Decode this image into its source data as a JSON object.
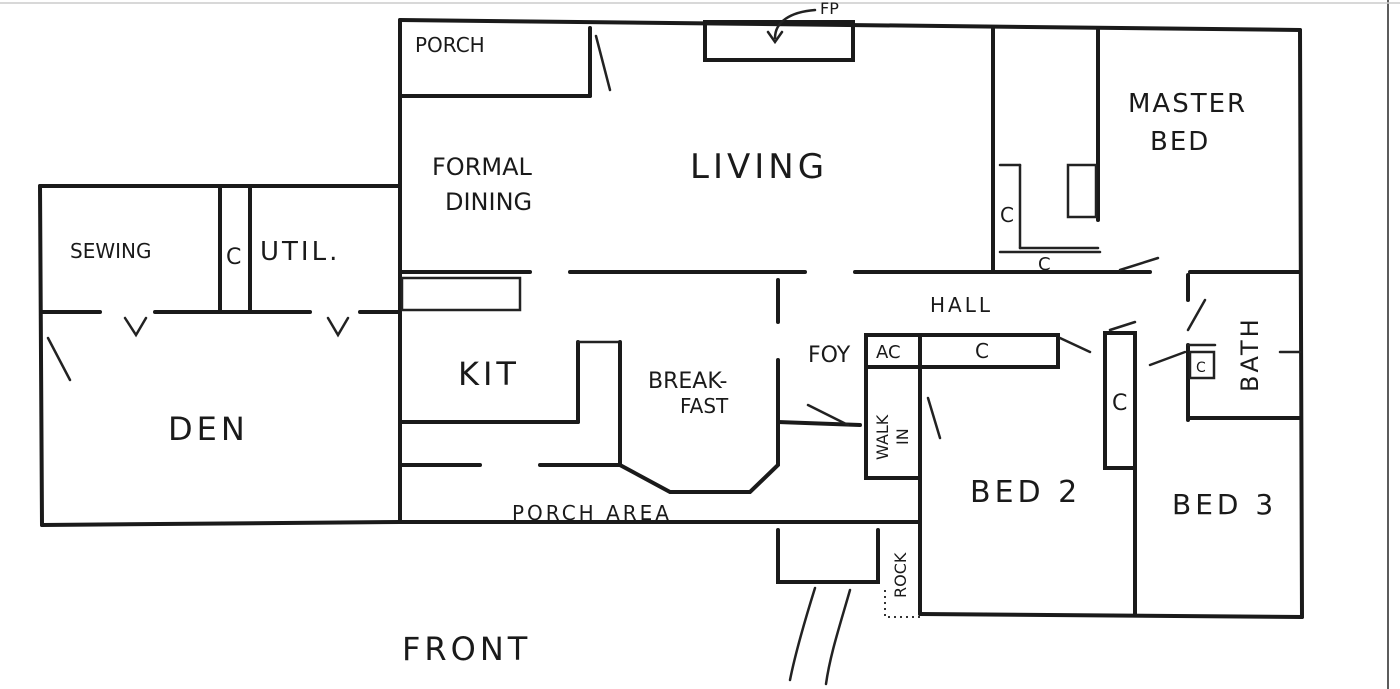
{
  "rooms": {
    "porch_top": "PORCH",
    "formal_dining": [
      "FORMAL",
      "DINING"
    ],
    "living": "LIVING",
    "master_bed": [
      "MASTER",
      "BED"
    ],
    "sewing": "SEWING",
    "closet_sewing": "C",
    "util": "UTIL.",
    "closet_master_side": "C",
    "closet_master_bottom": "C",
    "hall": "HALL",
    "kit": "KIT",
    "breakfast": [
      "BREAK-",
      "FAST"
    ],
    "foy": "FOY",
    "ac": "AC",
    "closet_hall": "C",
    "closet_beds": "C",
    "bath_closet": "C",
    "bath": "BATH",
    "walk_in": [
      "WALK",
      "IN"
    ],
    "den": "DEN",
    "bed2": "BED 2",
    "bed3": "BED 3",
    "porch_area": "PORCH AREA",
    "rock": "ROCK",
    "front": "FRONT",
    "fp": "FP"
  }
}
